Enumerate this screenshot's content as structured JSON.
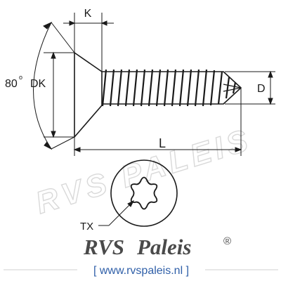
{
  "labels": {
    "k": "K",
    "dk": "DK",
    "angle_value": "80",
    "angle_unit": "o",
    "d": "D",
    "l": "L",
    "tx": "TX"
  },
  "watermark": "RVS PALEIS",
  "brand": {
    "name_part1": "RVS",
    "name_part2": "Paleis",
    "registered": "®",
    "url": "[ www.rvspaleis.nl ]"
  },
  "colors": {
    "line": "#1a1a1a",
    "brand_dark": "#4a4a4a",
    "url_blue": "#2f5fa8",
    "watermark": "#d9d9d9",
    "rule": "#cfcfcf"
  }
}
